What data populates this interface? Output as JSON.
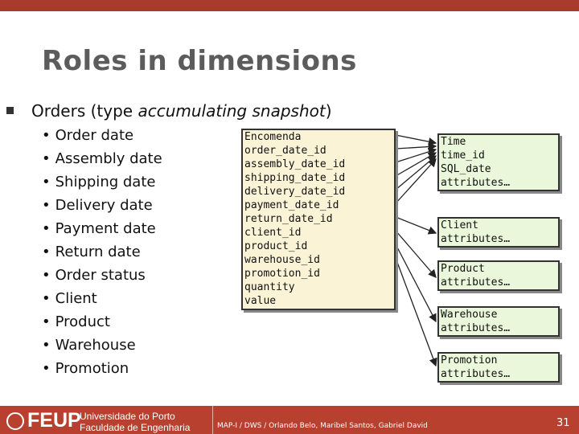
{
  "slide": {
    "title": "Roles in dimensions",
    "main_bullet_prefix": "Orders (type ",
    "main_bullet_em": "accumulating snapshot",
    "main_bullet_suffix": ")",
    "sub_bullets": [
      "Order date",
      "Assembly date",
      "Shipping date",
      "Delivery date",
      "Payment date",
      "Return date",
      "Order status",
      "Client",
      "Product",
      "Warehouse",
      "Promotion"
    ]
  },
  "fact_table": {
    "name": "Encomenda",
    "fields": [
      "order_date_id",
      "assembly_date_id",
      "shipping_date_id",
      "delivery_date_id",
      "payment_date_id",
      "return_date_id",
      "client_id",
      "product_id",
      "warehouse_id",
      "promotion_id",
      "quantity",
      "value"
    ]
  },
  "dimensions": [
    {
      "name": "Time",
      "fields": [
        "time_id",
        "SQL_date",
        "attributes…"
      ]
    },
    {
      "name": "Client",
      "fields": [
        "attributes…"
      ]
    },
    {
      "name": "Product",
      "fields": [
        "attributes…"
      ]
    },
    {
      "name": "Warehouse",
      "fields": [
        "attributes…"
      ]
    },
    {
      "name": "Promotion",
      "fields": [
        "attributes…"
      ]
    }
  ],
  "footer": {
    "logo": "FEUP",
    "institution_line1": "Universidade do Porto",
    "institution_line2": "Faculdade de Engenharia",
    "credits": "MAP-I / DWS / Orlando Belo, Maribel Santos, Gabriel David",
    "page_number": "31"
  },
  "colors": {
    "accent": "#b8402f",
    "fact_fill": "#fbf3d5",
    "dim_fill": "#eaf7da"
  }
}
